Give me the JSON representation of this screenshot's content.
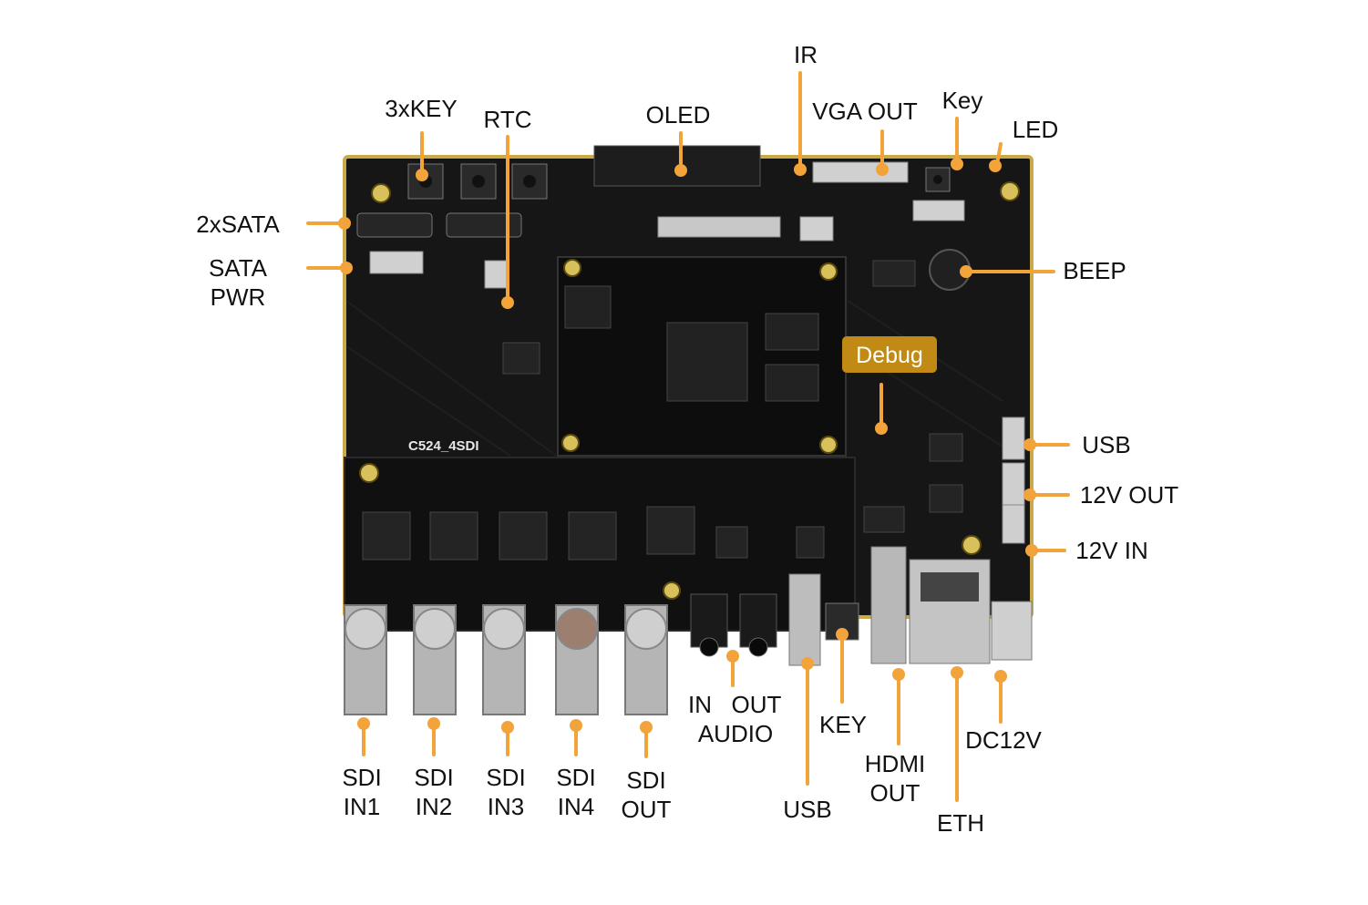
{
  "board": {
    "silkscreen": "C524_4SDI",
    "colors": {
      "pcb": "#141414",
      "pcb_edge": "#c9a94a",
      "leader": "#f2a33a",
      "debug_bg": "#c08a14"
    }
  },
  "labels": {
    "key3": "3xKEY",
    "rtc": "RTC",
    "oled": "OLED",
    "ir": "IR",
    "vga_out": "VGA OUT",
    "key_top": "Key",
    "led": "LED",
    "sata2": "2xSATA",
    "sata_pwr_1": "SATA",
    "sata_pwr_2": "PWR",
    "beep": "BEEP",
    "debug": "Debug",
    "usb_right": "USB",
    "v12_out": "12V OUT",
    "v12_in": "12V IN",
    "sdi_in1_1": "SDI",
    "sdi_in1_2": "IN1",
    "sdi_in2_1": "SDI",
    "sdi_in2_2": "IN2",
    "sdi_in3_1": "SDI",
    "sdi_in3_2": "IN3",
    "sdi_in4_1": "SDI",
    "sdi_in4_2": "IN4",
    "sdi_out_1": "SDI",
    "sdi_out_2": "OUT",
    "audio_in": "IN",
    "audio_out": "OUT",
    "audio": "AUDIO",
    "key_bottom": "KEY",
    "usb_bottom": "USB",
    "hdmi_1": "HDMI",
    "hdmi_2": "OUT",
    "eth": "ETH",
    "dc12v": "DC12V"
  }
}
